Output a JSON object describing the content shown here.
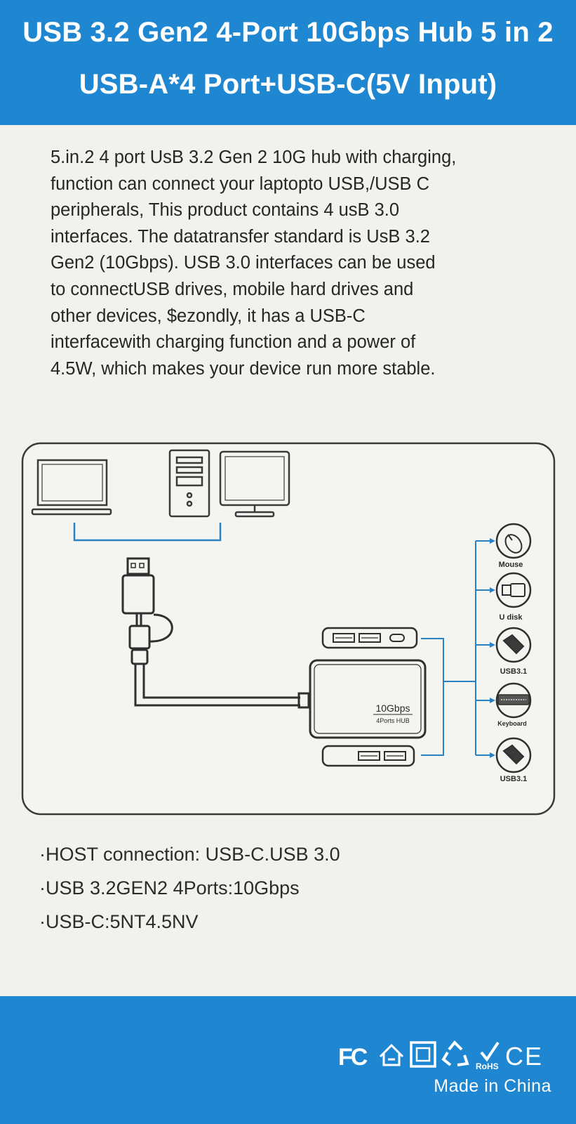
{
  "header": {
    "title_line1": "USB 3.2 Gen2  4-Port 10Gbps Hub 5 in 2",
    "title_line2": "USB-A*4 Port+USB-C(5V Input)"
  },
  "description": [
    "5.in.2 4 port UsB 3.2 Gen 2 10G hub with charging,",
    "function can connect your laptopto USB,/USB C",
    "peripherals, This product contains 4 usB 3.0",
    "interfaces. The datatransfer standard is UsB 3.2",
    "Gen2 (10Gbps). USB 3.0 interfaces can be used",
    "to connectUSB drives, mobile hard drives and",
    "other devices, $ezondly, it has a USB-C",
    "interfacewith charging function and a power of",
    "4.5W, which makes your device run more stable."
  ],
  "diagram": {
    "hub_speed": "10Gbps",
    "hub_label": "4Ports HUB",
    "devices": [
      "Mouse",
      "U disk",
      "USB3.1",
      "Keyboard",
      "USB3.1"
    ]
  },
  "specs": [
    "·HOST connection: USB-C.USB 3.0",
    "·USB 3.2GEN2 4Ports:10Gbps",
    "·USB-C:5NT4.5NV"
  ],
  "footer": {
    "fc_mark": "FC",
    "rohs_mark": "RoHS",
    "ce_mark": "CE",
    "made_in": "Made in China"
  },
  "colors": {
    "header_blue": "#1f86d1",
    "body_bg": "#f1f1ee",
    "line_blue": "#2a82c6"
  }
}
